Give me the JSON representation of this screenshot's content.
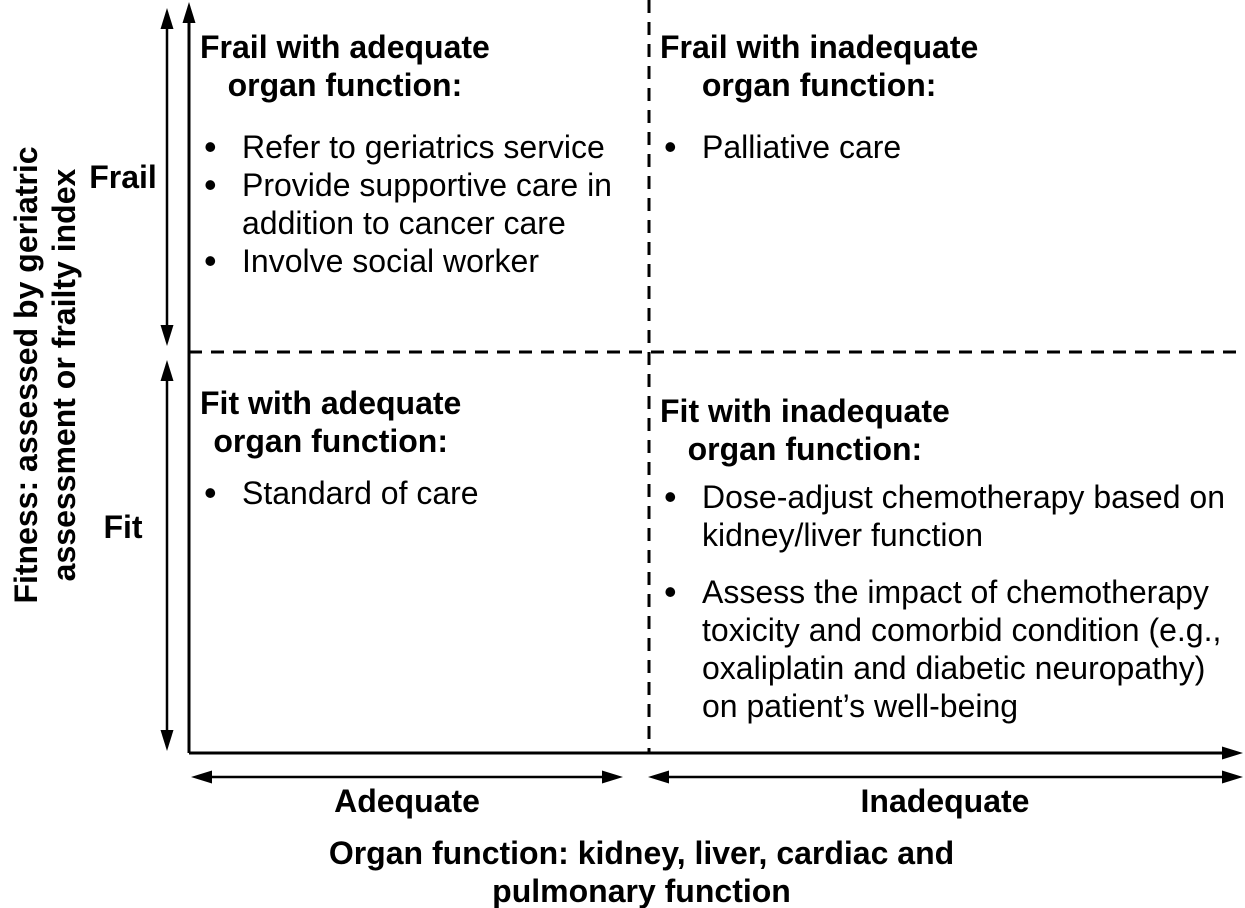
{
  "figure": {
    "colors": {
      "ink": "#000000",
      "background": "#ffffff"
    },
    "y_axis": {
      "title_line1": "Fitness: assessed by geriatric",
      "title_line2": "assessment or frailty index",
      "top_label": "Frail",
      "bottom_label": "Fit"
    },
    "x_axis": {
      "left_label": "Adequate",
      "right_label": "Inadequate",
      "title_line1": "Organ function: kidney, liver, cardiac and",
      "title_line2": "pulmonary function"
    },
    "quadrants": {
      "top_left": {
        "heading_line1": "Frail with adequate",
        "heading_line2": "organ function:",
        "bullets": [
          "Refer to geriatrics service",
          "Provide supportive care in addition to cancer care",
          "Involve social worker"
        ]
      },
      "top_right": {
        "heading_line1": "Frail with inadequate",
        "heading_line2": "organ function:",
        "bullets": [
          "Palliative care"
        ]
      },
      "bottom_left": {
        "heading_line1": "Fit with adequate",
        "heading_line2": "organ function:",
        "bullets": [
          "Standard of care"
        ]
      },
      "bottom_right": {
        "heading_line1": "Fit with inadequate",
        "heading_line2": "organ function:",
        "bullets": [
          "Dose-adjust chemotherapy based on kidney/liver function",
          "Assess the impact of chemotherapy toxicity and comorbid condition (e.g., oxaliplatin and diabetic neuropathy) on patient’s well-being"
        ]
      }
    }
  }
}
